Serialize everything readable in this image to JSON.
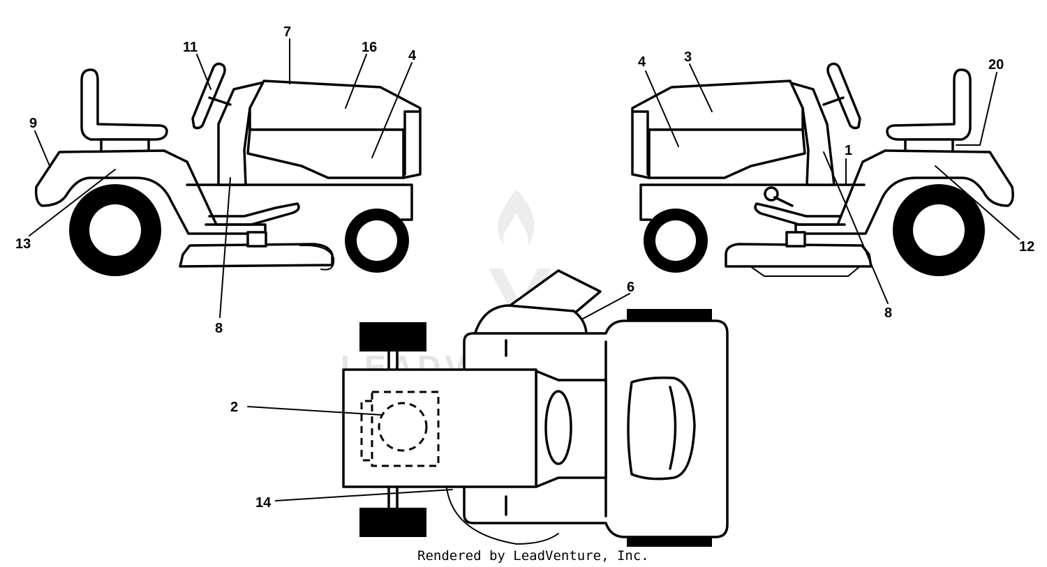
{
  "diagram": {
    "callouts": {
      "c1": "1",
      "c2": "2",
      "c3": "3",
      "c4a": "4",
      "c4b": "4",
      "c6": "6",
      "c7": "7",
      "c8a": "8",
      "c8b": "8",
      "c9": "9",
      "c11": "11",
      "c12": "12",
      "c13": "13",
      "c14": "14",
      "c16": "16",
      "c20": "20"
    },
    "watermark": "LEADVENTURE",
    "footer": "Rendered by LeadVenture, Inc."
  }
}
